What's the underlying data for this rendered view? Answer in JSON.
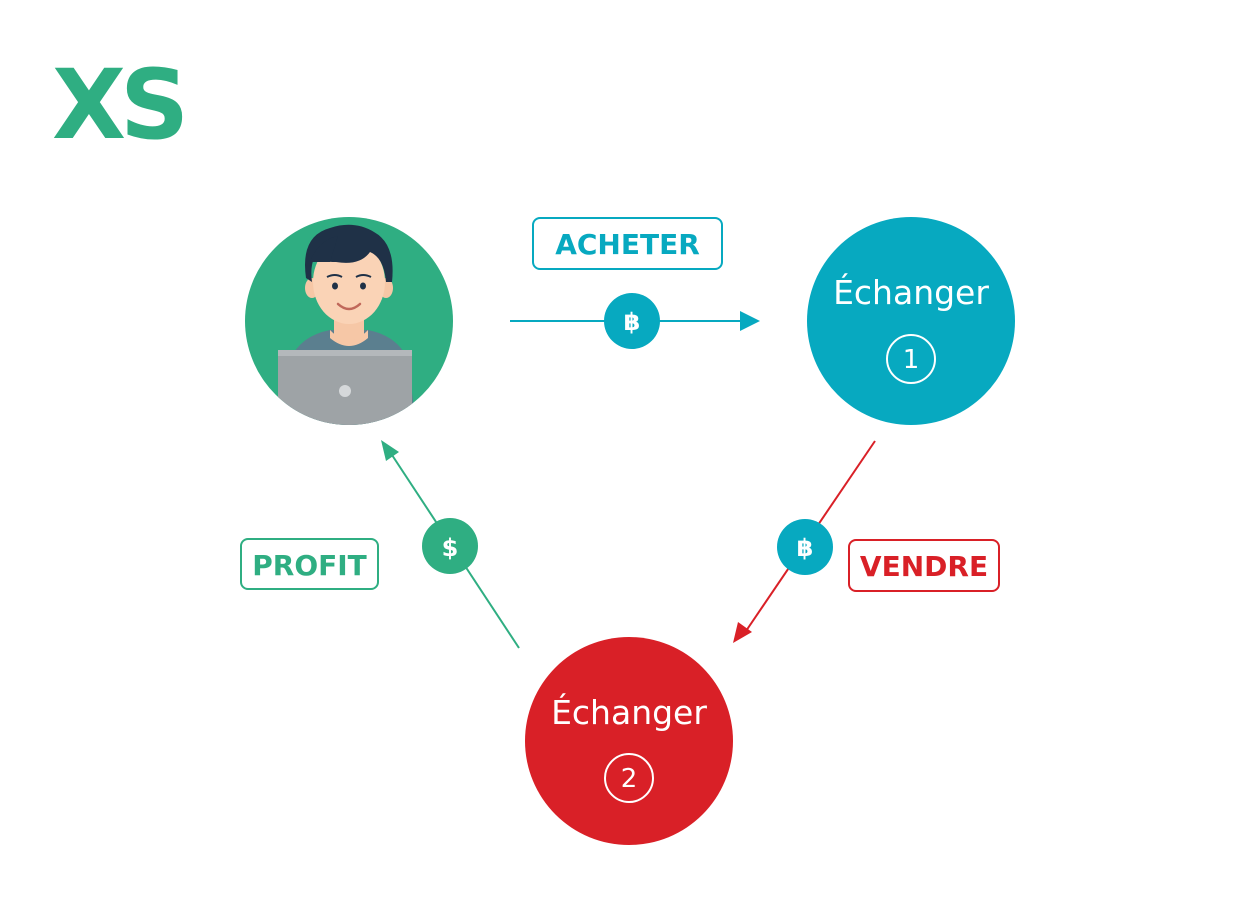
{
  "brand": {
    "logo_text": "XS",
    "logo_color": "#2fae82"
  },
  "colors": {
    "teal": "#07a9c0",
    "green": "#2fae82",
    "red": "#d92027",
    "white": "#ffffff"
  },
  "nodes": {
    "trader": {
      "icon": "trader-avatar-icon"
    },
    "exchange1": {
      "label": "Échanger",
      "number": "1"
    },
    "exchange2": {
      "label": "Échanger",
      "number": "2"
    }
  },
  "flows": {
    "buy": {
      "label": "ACHETER",
      "coin_symbol": "฿",
      "coin_icon": "bitcoin-icon"
    },
    "sell": {
      "label": "VENDRE",
      "coin_symbol": "฿",
      "coin_icon": "bitcoin-icon"
    },
    "profit": {
      "label": "PROFIT",
      "coin_symbol": "$",
      "coin_icon": "dollar-icon"
    }
  }
}
